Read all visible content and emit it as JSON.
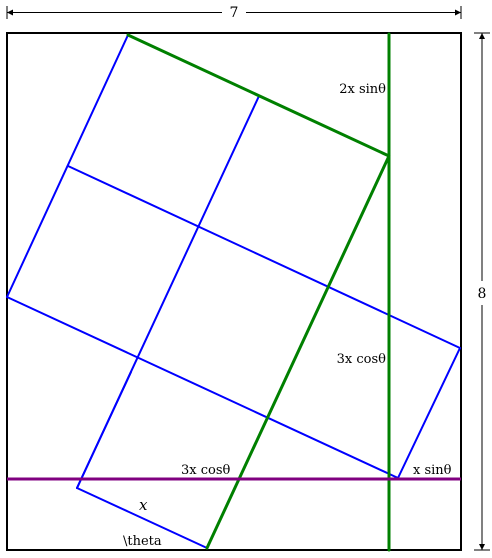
{
  "dimensions": {
    "width_label": "7",
    "height_label": "8"
  },
  "labels": {
    "two_x_sin": "2x sinθ",
    "three_x_cos_right": "3x cosθ",
    "three_x_cos_bottom": "3x cosθ",
    "x_sin": "x sinθ",
    "x": "x",
    "theta": "\\theta"
  },
  "colors": {
    "frame": "#000000",
    "grid": "#0000ff",
    "guide_green": "#008000",
    "guide_purple": "#800080"
  }
}
